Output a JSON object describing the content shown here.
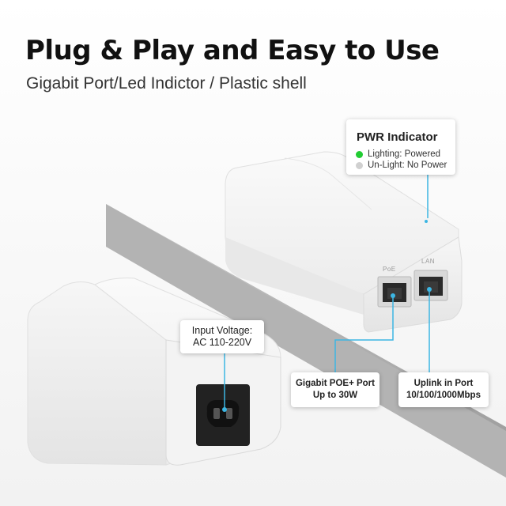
{
  "header": {
    "title": "Plug & Play and Easy to Use",
    "subtitle": "Gigabit Port/Led Indictor / Plastic shell"
  },
  "pwr_indicator": {
    "title": "PWR Indicator",
    "lighting": "Lighting: Powered",
    "unlight": "Un-Light: No Power",
    "lighting_color": "#22cc33",
    "unlight_color": "#d0d0d0"
  },
  "input_voltage": {
    "line1": "Input Voltage:",
    "line2": "AC 110-220V"
  },
  "poe_port": {
    "line1": "Gigabit POE+ Port",
    "line2": "Up to 30W"
  },
  "uplink_port": {
    "line1": "Uplink in Port",
    "line2": "10/100/1000Mbps"
  },
  "port_labels": {
    "poe": "PoE",
    "lan": "LAN"
  },
  "colors": {
    "leader_line": "#3cb6e3",
    "device_body": "#f4f4f4",
    "shadow_band": "#c8c8c8"
  }
}
